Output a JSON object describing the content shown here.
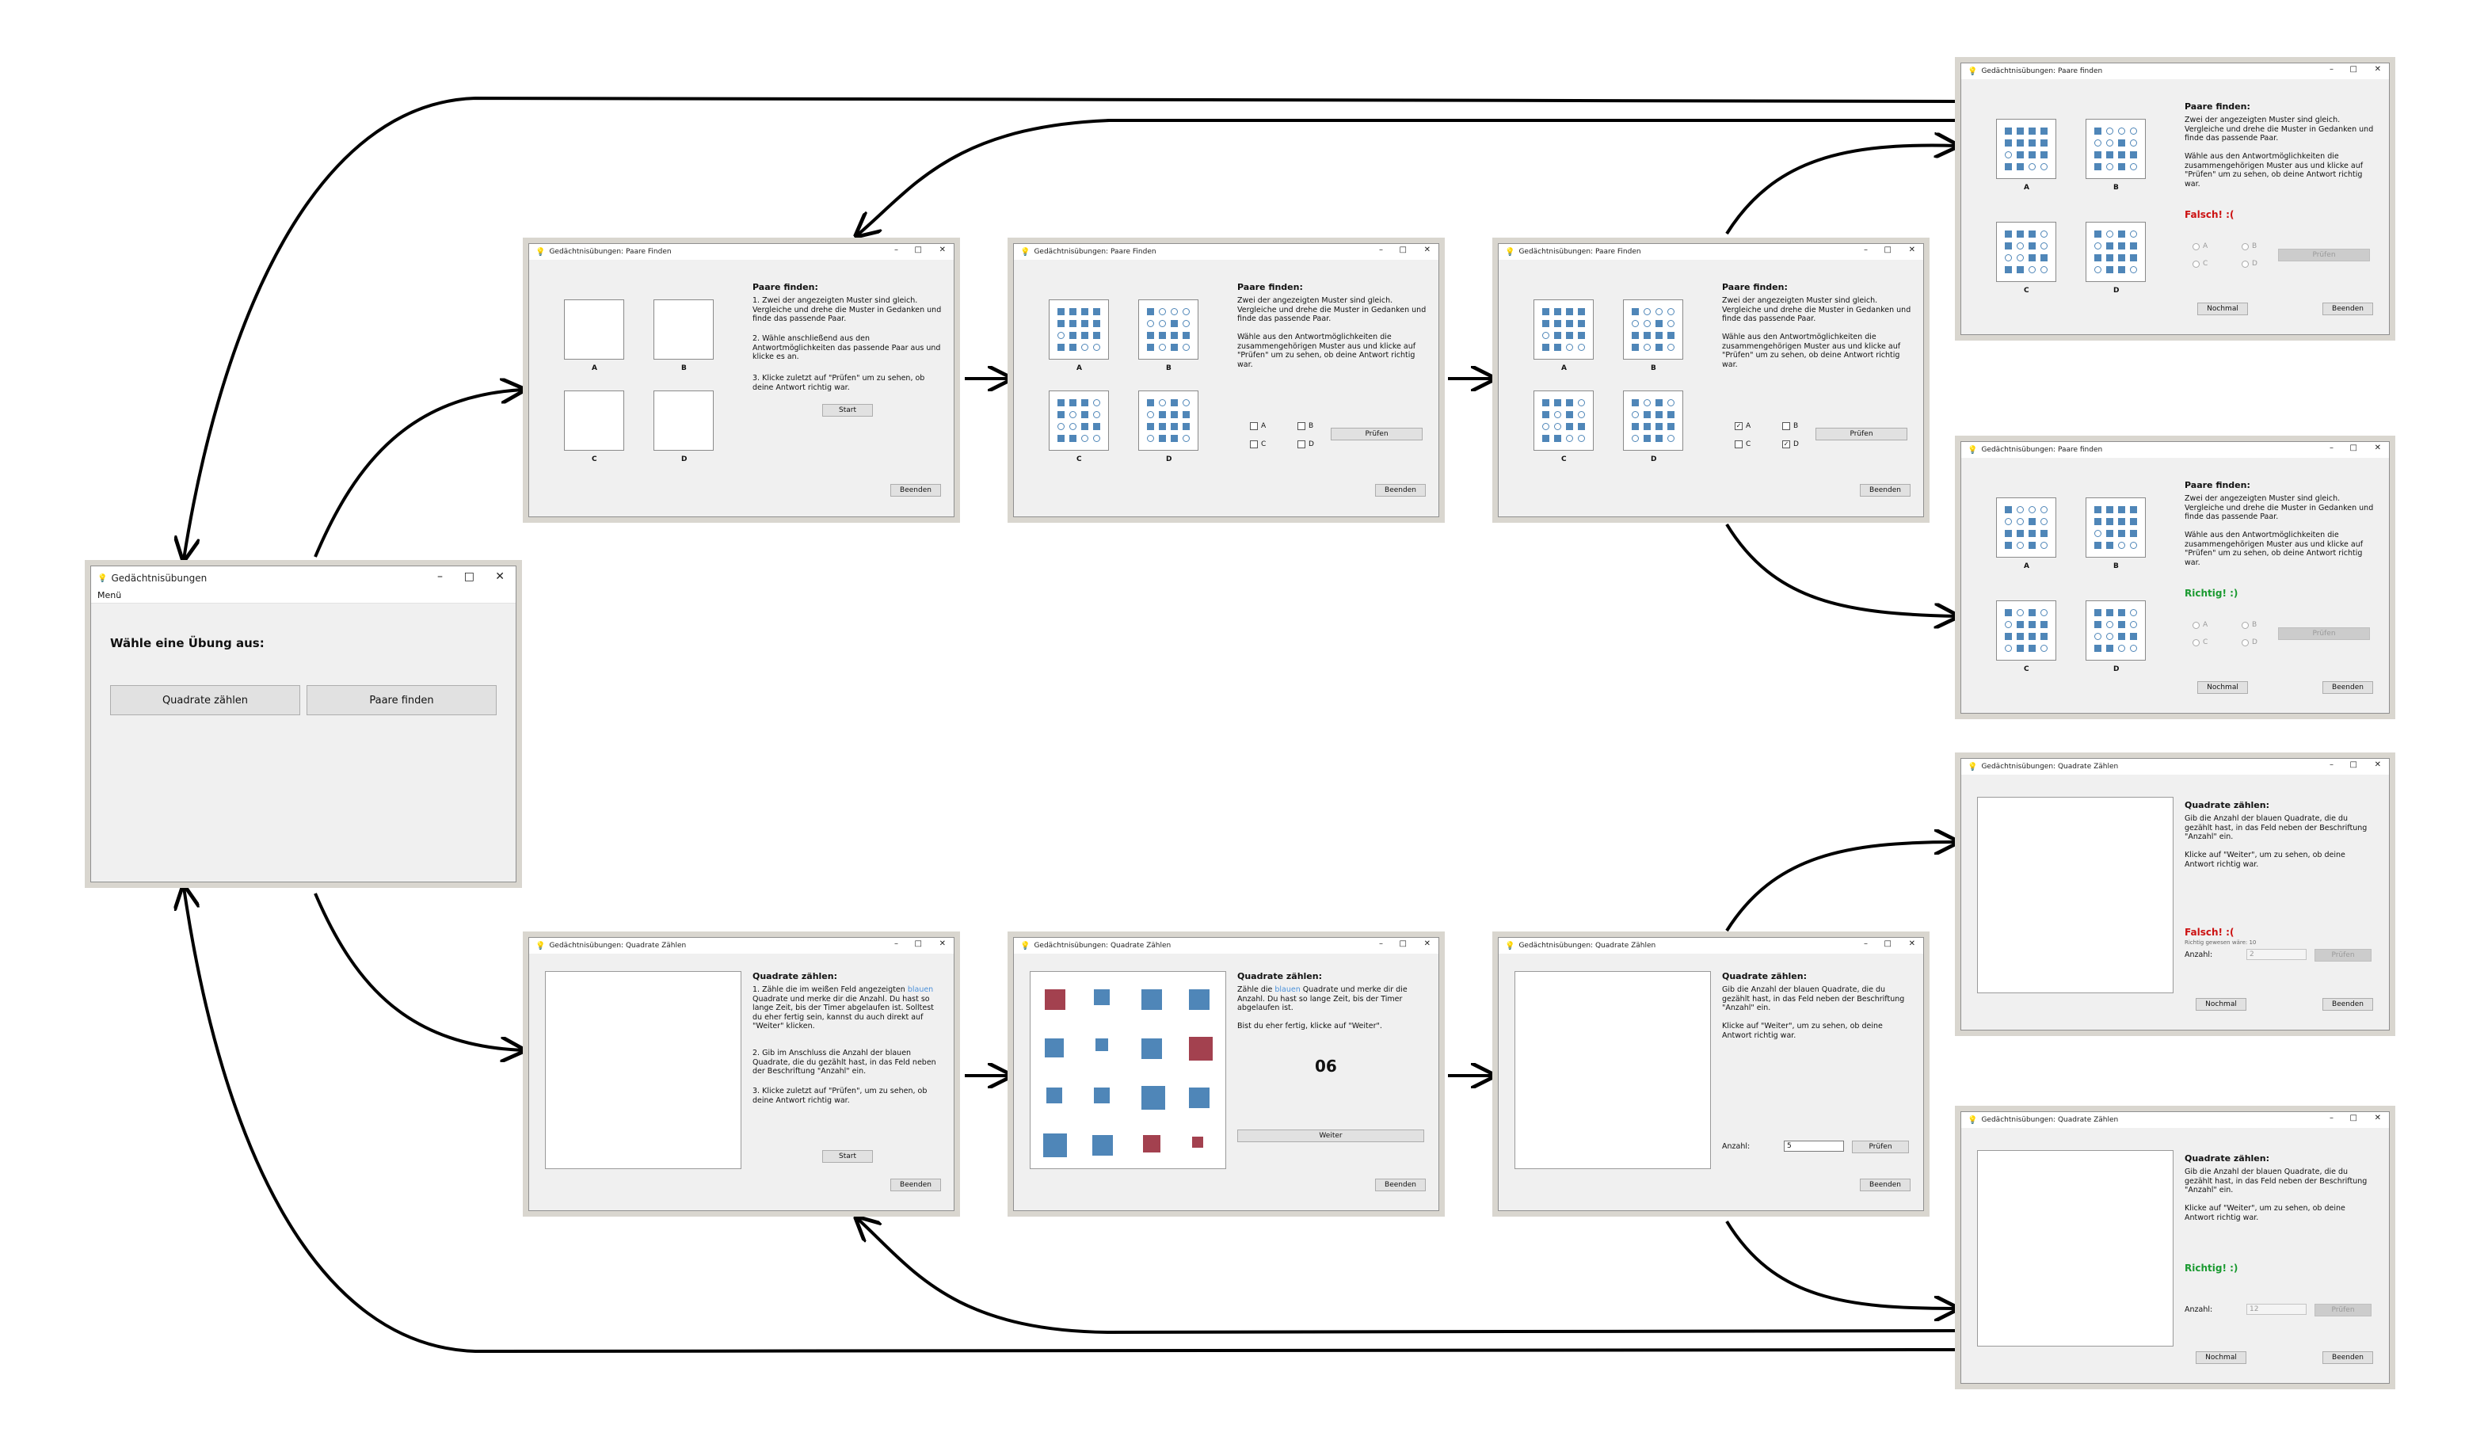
{
  "colors": {
    "square_blue": "#4f86b8",
    "square_red": "#a3414f",
    "frame": "#d9d6cf",
    "wire": "#000000"
  },
  "common": {
    "minimize_icon": "–",
    "maximize_icon": "□",
    "close_icon": "✕",
    "bulb_icon": "💡",
    "quit": "Beenden",
    "check": "Prüfen",
    "again": "Nochmal",
    "start": "Start",
    "next": "Weiter",
    "count_label": "Anzahl:"
  },
  "main": {
    "title": "Gedächtnisübungen",
    "menu": "Menü",
    "prompt": "Wähle eine Übung aus:",
    "btn_squares": "Quadrate zählen",
    "btn_pairs": "Paare finden"
  },
  "pairs": {
    "title": "Gedächtnisübungen: Paare Finden",
    "title_cap": "Gedächtnisübungen: Paare finden",
    "heading": "Paare finden:",
    "intro": [
      "1. Zwei der angezeigten Muster sind gleich. Vergleiche und drehe die Muster in Gedanken und finde das passende Paar.",
      "2. Wähle anschließend aus den Antwortmöglichkeiten das passende Paar aus und klicke es an.",
      "3. Klicke zuletzt auf \"Prüfen\" um zu sehen, ob deine Antwort richtig war."
    ],
    "task": [
      "Zwei der angezeigten Muster sind gleich. Vergleiche und drehe die Muster in Gedanken und finde das passende Paar.",
      "Wähle aus den Antwortmöglichkeiten die zusammengehörigen Muster aus und klicke auf \"Prüfen\" um zu sehen, ob deine Antwort richtig war."
    ],
    "labels": [
      "A",
      "B",
      "C",
      "D"
    ],
    "wrong": "Falsch! :(",
    "right": "Richtig! :)",
    "check_on": "✓"
  },
  "squares": {
    "title": "Gedächtnisübungen: Quadrate Zählen",
    "heading": "Quadrate zählen:",
    "intro": [
      "1. Zähle die im weißen Feld angezeigten ",
      "blauen",
      " Quadrate und merke dir die Anzahl. Du hast so lange Zeit, bis der Timer abgelaufen ist. Solltest du eher fertig sein, kannst du auch direkt auf \"Weiter\" klicken.",
      "2. Gib im Anschluss die Anzahl der blauen Quadrate, die du gezählt hast, in das Feld neben der Beschriftung \"Anzahl\" ein.",
      "3. Klicke zuletzt auf \"Prüfen\", um zu sehen, ob deine Antwort richtig war."
    ],
    "count_task": [
      "Zähle die ",
      "blauen",
      " Quadrate und merke dir die Anzahl. Du hast so lange Zeit, bis der Timer abgelaufen ist.",
      "Bist du eher fertig, klicke auf \"Weiter\"."
    ],
    "timer": "06",
    "answer_task": [
      "Gib die Anzahl der blauen Quadrate, die du gezählt hast, in das Feld neben der Beschriftung \"Anzahl\" ein.",
      "Klicke auf \"Weiter\", um zu sehen, ob deine Antwort richtig war."
    ],
    "value_entry": "5",
    "wrong": "Falsch! :(",
    "correct_note": "Richtig gewesen wäre: 10",
    "value_wrong": "2",
    "right": "Richtig! :)",
    "value_right": "12"
  }
}
